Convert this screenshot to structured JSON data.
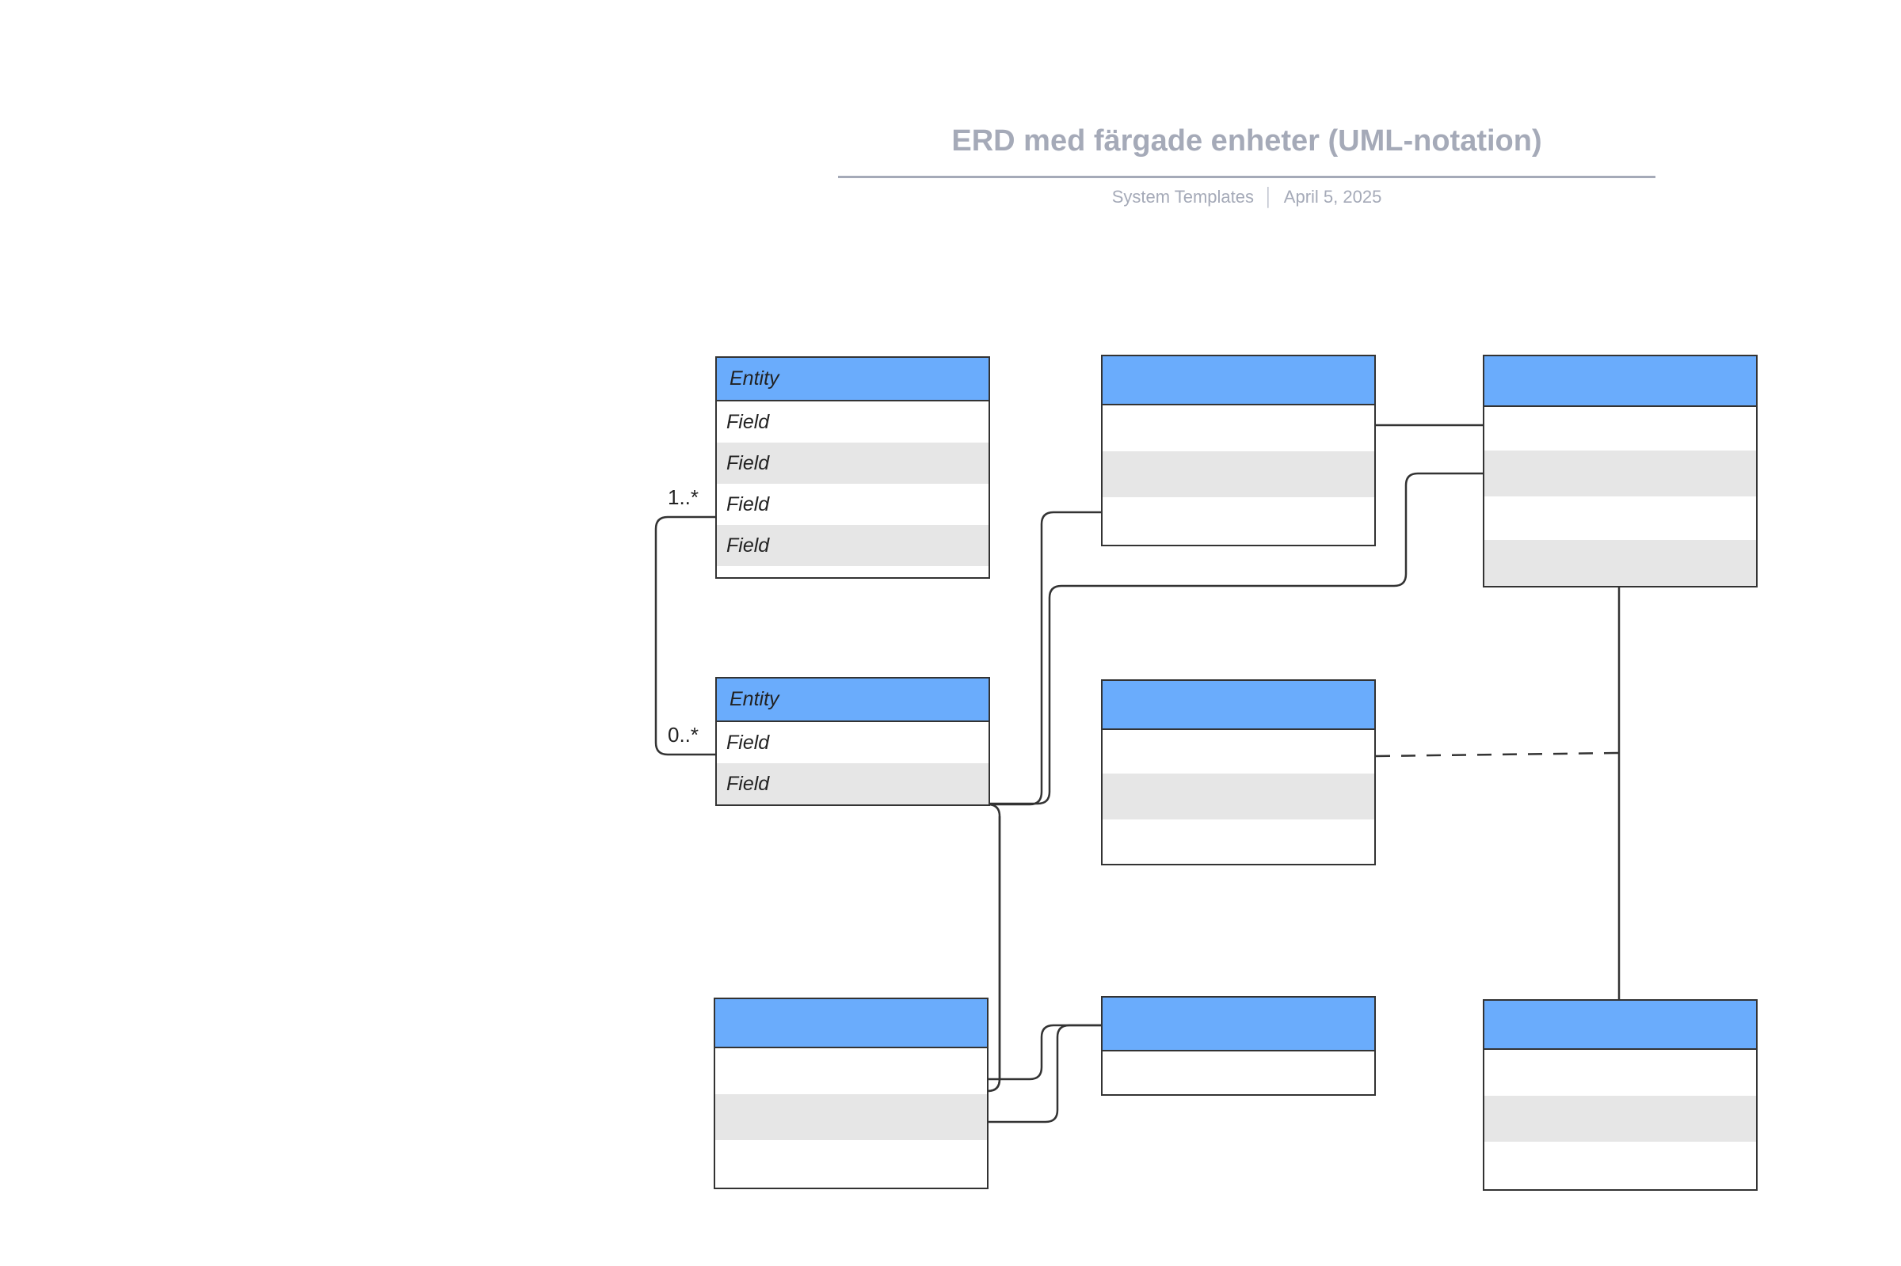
{
  "header": {
    "title": "ERD med färgade enheter (UML-notation)",
    "source": "System Templates",
    "separator": "│",
    "date": "April 5, 2025"
  },
  "theme": {
    "header_fill": "#6AACFC",
    "row_alt_fill": "#E6E6E6",
    "row_plain_fill": "#FFFFFF",
    "border": "#333333",
    "title_color": "#A5AAB8",
    "connector": "#333333"
  },
  "diagram": {
    "type": "erd-uml",
    "entities": [
      {
        "id": "entity-top-left",
        "title": "Entity",
        "rows": [
          "Field",
          "Field",
          "Field",
          "Field"
        ]
      },
      {
        "id": "entity-top-center",
        "title": "",
        "rows": [
          "",
          "",
          ""
        ]
      },
      {
        "id": "entity-top-right",
        "title": "",
        "rows": [
          "",
          "",
          "",
          ""
        ]
      },
      {
        "id": "entity-mid-left",
        "title": "Entity",
        "rows": [
          "Field",
          "Field"
        ]
      },
      {
        "id": "entity-mid-center",
        "title": "",
        "rows": [
          "",
          "",
          ""
        ]
      },
      {
        "id": "entity-bottom-left",
        "title": "",
        "rows": [
          "",
          "",
          ""
        ]
      },
      {
        "id": "entity-bottom-center",
        "title": "",
        "rows": [
          ""
        ]
      },
      {
        "id": "entity-bottom-right",
        "title": "",
        "rows": [
          "",
          "",
          ""
        ]
      }
    ],
    "multiplicities": [
      {
        "id": "mult-one-to-many",
        "label": "1..*"
      },
      {
        "id": "mult-zero-to-many",
        "label": "0..*"
      }
    ]
  }
}
